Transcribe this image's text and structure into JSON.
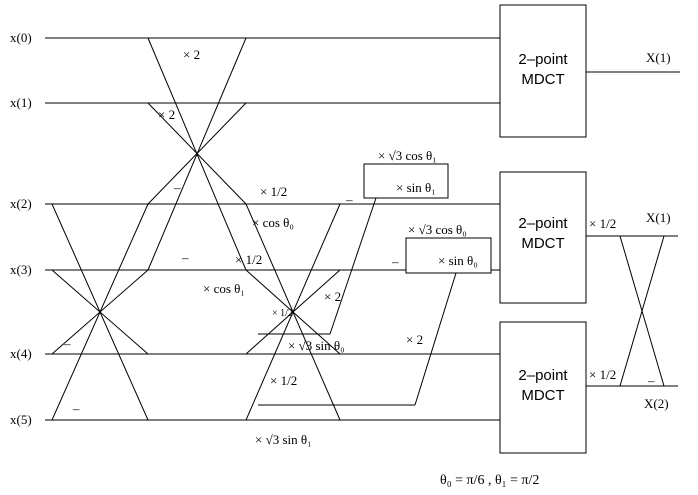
{
  "inputs": [
    "x(0)",
    "x(1)",
    "x(2)",
    "x(3)",
    "x(4)",
    "x(5)"
  ],
  "outputs": [
    "X(1)",
    "X(1)",
    "X(2)"
  ],
  "blocks": [
    {
      "line1": "2–point",
      "line2": "MDCT"
    },
    {
      "line1": "2–point",
      "line2": "MDCT"
    },
    {
      "line1": "2–point",
      "line2": "MDCT"
    }
  ],
  "multipliers": {
    "m_x2_a": "× 2",
    "m_x2_b": "× 2",
    "m_half_a": "× 1/2",
    "m_cos0": "× cos θ₀",
    "m_half_b": "× 1/2",
    "m_cos1": "× cos θ₁",
    "m_small_half": "× 1/2",
    "m_x2_c": "× 2",
    "m_sqrt3_sin0": "× √3 sin θ₀",
    "m_x2_d": "× 2",
    "m_half_c": "× 1/2",
    "m_sqrt3_sin1": "× √3 sin θ₁",
    "m_sqrt3_cos1": "× √3 cos θ₁",
    "m_sin1": "× sin θ₁",
    "m_sqrt3_cos0": "× √3 cos θ₀",
    "m_sin0": "× sin θ₀",
    "m_half_out_a": "× 1/2",
    "m_half_out_b": "× 1/2"
  },
  "minus": "–",
  "footnote": "θ₀ = π/6 , θ₁ = π/2"
}
